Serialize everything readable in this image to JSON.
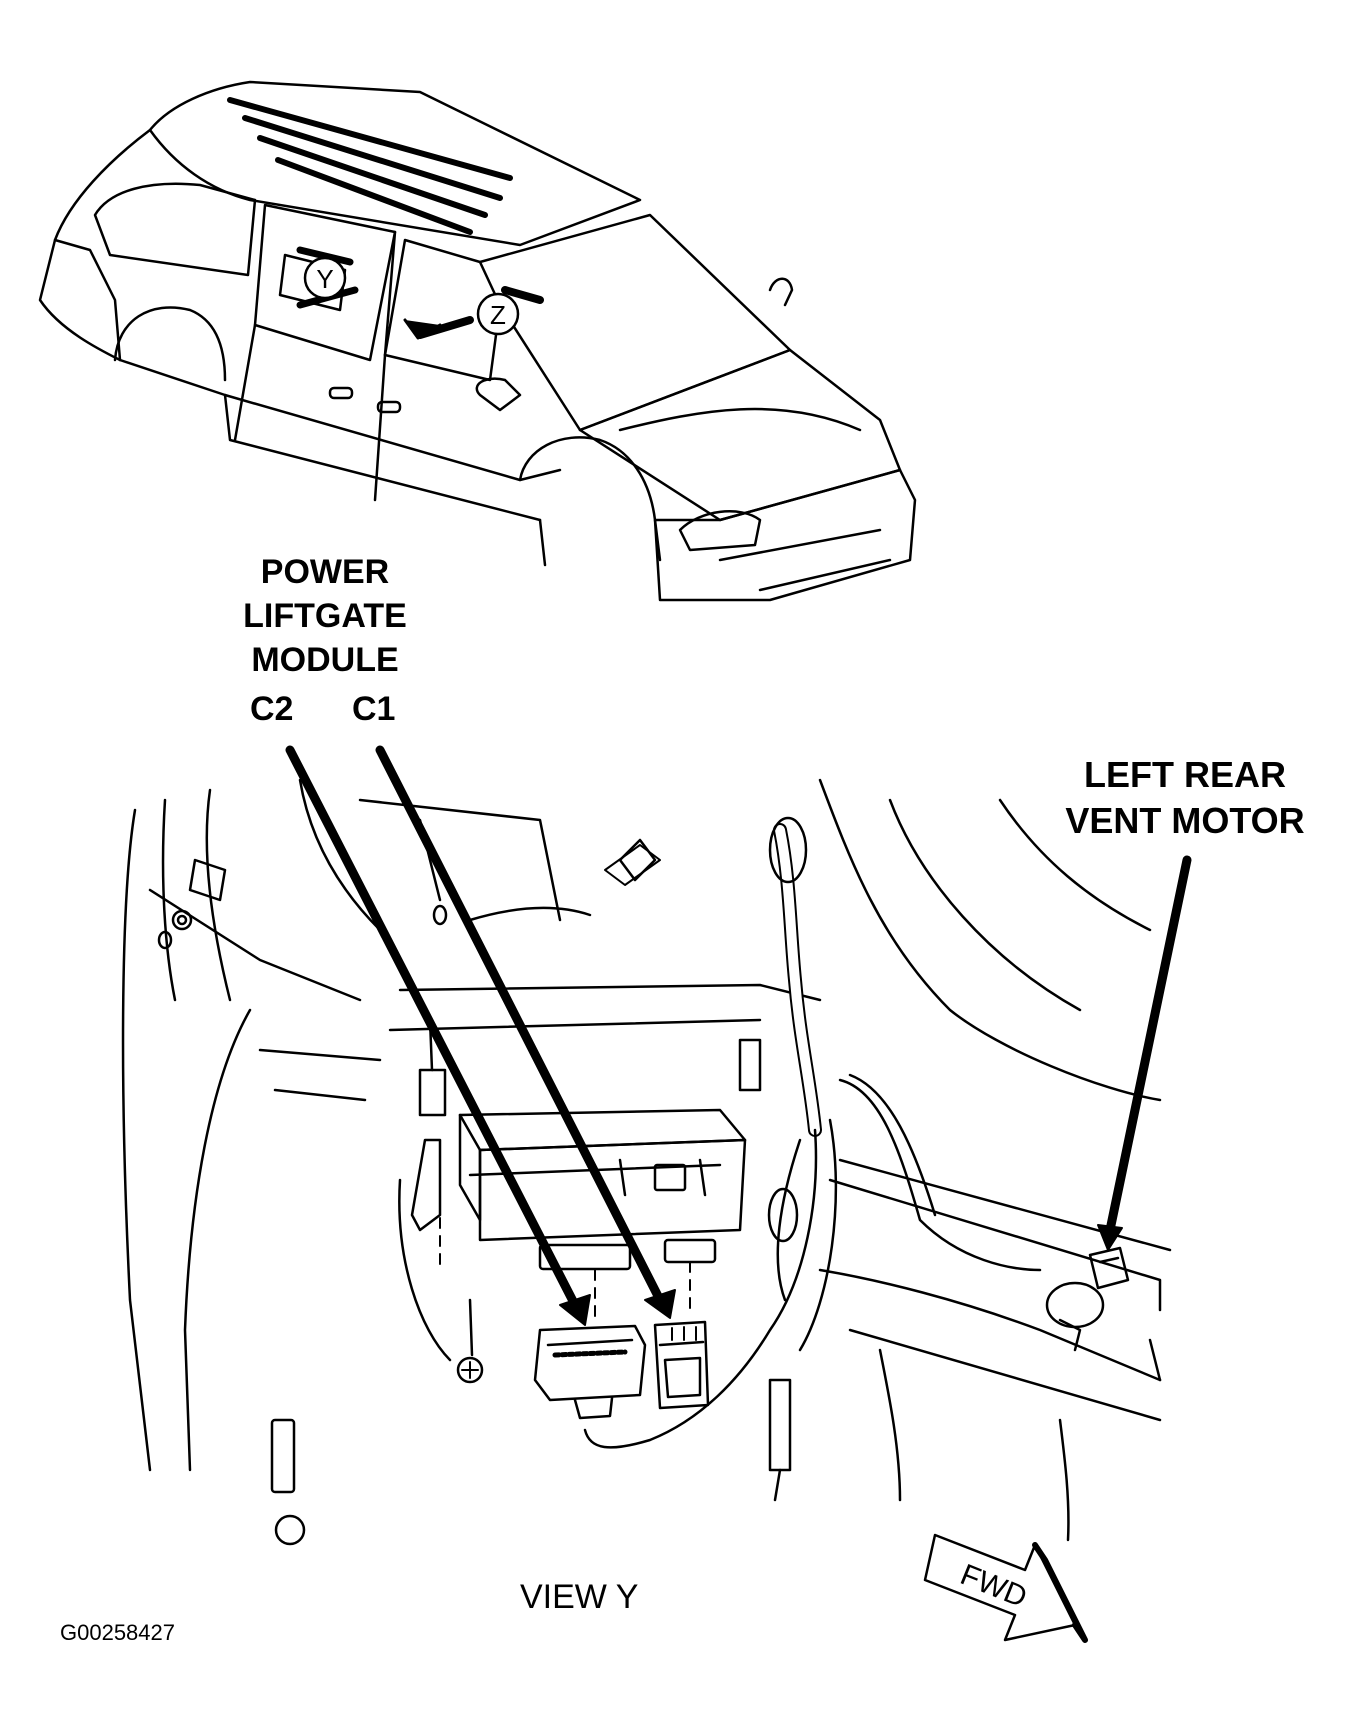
{
  "labels": {
    "module_line1": "POWER",
    "module_line2": "LIFTGATE",
    "module_line3": "MODULE",
    "connector_c2": "C2",
    "connector_c1": "C1",
    "vent_line1": "LEFT REAR",
    "vent_line2": "VENT MOTOR",
    "view_label": "VIEW Y",
    "forward_arrow": "FWD",
    "figure_id": "G00258427"
  },
  "callouts": {
    "view_y": "Y",
    "view_z": "Z"
  }
}
